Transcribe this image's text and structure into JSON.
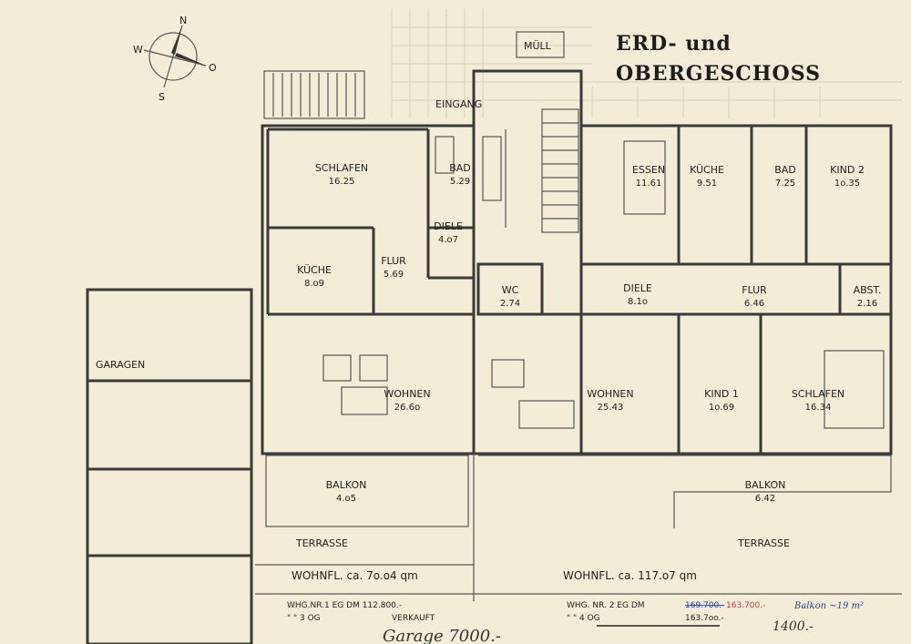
{
  "title": {
    "line1": "ERD- und",
    "line2": "OBERGESCHOSS"
  },
  "compass": {
    "n": "N",
    "o": "O",
    "s": "S",
    "w": "W"
  },
  "labels": {
    "muell": "MÜLL",
    "eingang": "EINGANG",
    "garagen": "GARAGEN",
    "terrasse_left": "TERRASSE",
    "terrasse_right": "TERRASSE"
  },
  "rooms": [
    {
      "name": "SCHLAFEN",
      "area": "16.25"
    },
    {
      "name": "BAD",
      "area": "5.29"
    },
    {
      "name": "DIELE",
      "area": "4.o7"
    },
    {
      "name": "KÜCHE",
      "area": "8.o9"
    },
    {
      "name": "FLUR",
      "area": "5.69"
    },
    {
      "name": "WC",
      "area": "2.74"
    },
    {
      "name": "WOHNEN",
      "area": "26.6o"
    },
    {
      "name": "BALKON",
      "area": "4.o5"
    },
    {
      "name": "ESSEN",
      "area": "11.61"
    },
    {
      "name": "KÜCHE",
      "area": "9.51"
    },
    {
      "name": "BAD",
      "area": "7.25"
    },
    {
      "name": "KIND 2",
      "area": "1o.35"
    },
    {
      "name": "DIELE",
      "area": "8.1o"
    },
    {
      "name": "FLUR",
      "area": "6.46"
    },
    {
      "name": "ABST.",
      "area": "2.16"
    },
    {
      "name": "WOHNEN",
      "area": "25.43"
    },
    {
      "name": "KIND 1",
      "area": "1o.69"
    },
    {
      "name": "SCHLAFEN",
      "area": "16.34"
    },
    {
      "name": "BALKON",
      "area": "6.42"
    }
  ],
  "wohnfl_left": "WOHNFL. ca.  7o.o4 qm",
  "wohnfl_right": "WOHNFL. ca.  117.o7 qm",
  "whg1": {
    "line1": "WHG.NR.1  EG     DM    112.800.-",
    "line2": "\"   \"  3  OG",
    "verkauft": "VERKAUFT"
  },
  "whg2": {
    "line1": "WHG. NR. 2  EG     DM",
    "line2": "\"   \"   4  OG",
    "price_old": "169.700.-",
    "price_new": "163.700.-",
    "price_og": "163.7oo.-"
  },
  "handwriting": {
    "garage": "Garage 7000.-",
    "balkon": "Balkon ~19 m²",
    "amount": "1400.-"
  },
  "colors": {
    "wall": "#3a3a3a",
    "paper": "#f3ecd6",
    "ink_red": "#d2334a",
    "ink_blue": "#2b3f9a"
  }
}
